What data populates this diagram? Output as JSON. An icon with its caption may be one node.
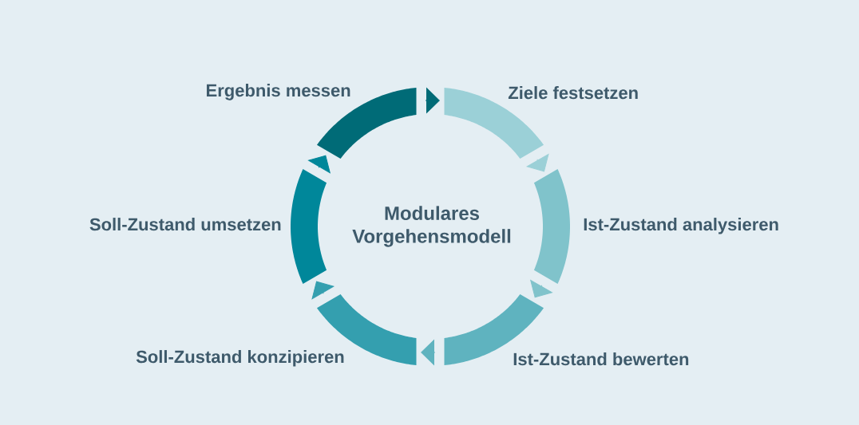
{
  "diagram": {
    "nodes": [
      {
        "text": [
          "Ziele festsetzen"
        ]
      },
      {
        "text": [
          "Ist-Zustand analysieren"
        ]
      },
      {
        "text": [
          "Ist-Zustand bewerten"
        ]
      },
      {
        "text": [
          "Soll-Zustand konzipieren"
        ]
      },
      {
        "text": [
          "Soll-Zustand umsetzen"
        ]
      },
      {
        "text": [
          "Ergebnis messen"
        ]
      }
    ],
    "edges": [
      {
        "from": 0,
        "to": 1,
        "arrow": "to",
        "color": "#9bd0d7"
      },
      {
        "from": 1,
        "to": 2,
        "arrow": "to",
        "color": "#80c3cb"
      },
      {
        "from": 2,
        "to": 3,
        "arrow": "to",
        "color": "#5fb3bf"
      },
      {
        "from": 3,
        "to": 4,
        "arrow": "to",
        "color": "#349faf"
      },
      {
        "from": 4,
        "to": 5,
        "arrow": "to",
        "color": "#00879a"
      },
      {
        "from": 5,
        "to": 0,
        "arrow": "to",
        "color": "#006b77"
      }
    ],
    "labels": [
      "Modulares Vorgehensmodell"
    ]
  }
}
